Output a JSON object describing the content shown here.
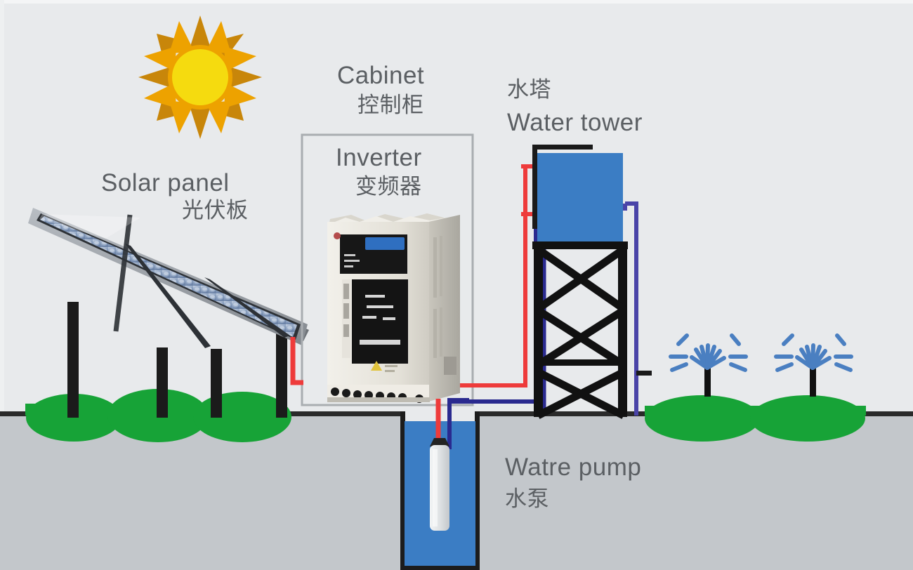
{
  "diagram": {
    "title": "Solar water pumping system schematic",
    "background_color": "#e8eaec",
    "ground_color": "#c3c7cb",
    "water_color": "#3b7dc4",
    "grass_color": "#17a337",
    "labels": {
      "solar_panel": {
        "en": "Solar panel",
        "cn": "光伏板"
      },
      "cabinet": {
        "en": "Cabinet",
        "cn": "控制柜"
      },
      "inverter": {
        "en": "Inverter",
        "cn": "变频器"
      },
      "water_tower": {
        "en": "Water tower",
        "cn": "水塔"
      },
      "water_pump": {
        "en": "Watre pump",
        "cn": "水泵"
      }
    },
    "components": [
      {
        "name": "sun",
        "color_core": "#f5db0f",
        "color_rays": "#eda200",
        "color_shadow": "#c8860a"
      },
      {
        "name": "solar-panel-array",
        "panels": 3,
        "legs": 4,
        "frame_color": "#9aa0a6",
        "cell_color": "#7f96b8"
      },
      {
        "name": "inverter-unit",
        "body_color": "#ece9e2",
        "panel_color": "#1d1d1d",
        "badge_color": "#2f6fc0"
      },
      {
        "name": "water-tower",
        "tank_color": "#3b7dc4",
        "frame_color": "#111111",
        "brace_levels": 3
      },
      {
        "name": "submersible-pump",
        "body_color": "#dfe2e4",
        "cap_color": "#232323"
      },
      {
        "name": "sprinkler",
        "count": 2,
        "stem_color": "#111111",
        "spray_color": "#4a7fc1"
      }
    ],
    "wiring": [
      {
        "name": "dc-cable-panel-to-inverter",
        "color": "#ee3b3b",
        "type": "electrical"
      },
      {
        "name": "ac-cable-inverter-to-pump",
        "color": "#ee3b3b",
        "type": "electrical"
      },
      {
        "name": "level-sensor-cable",
        "color": "#ee3b3b",
        "type": "signal",
        "probes": 2
      },
      {
        "name": "discharge-pipe-pump-to-tower",
        "color": "#2a2a8f",
        "type": "water"
      },
      {
        "name": "outlet-pipe-tower-to-field",
        "color": "#4a44a8",
        "type": "water"
      }
    ]
  }
}
